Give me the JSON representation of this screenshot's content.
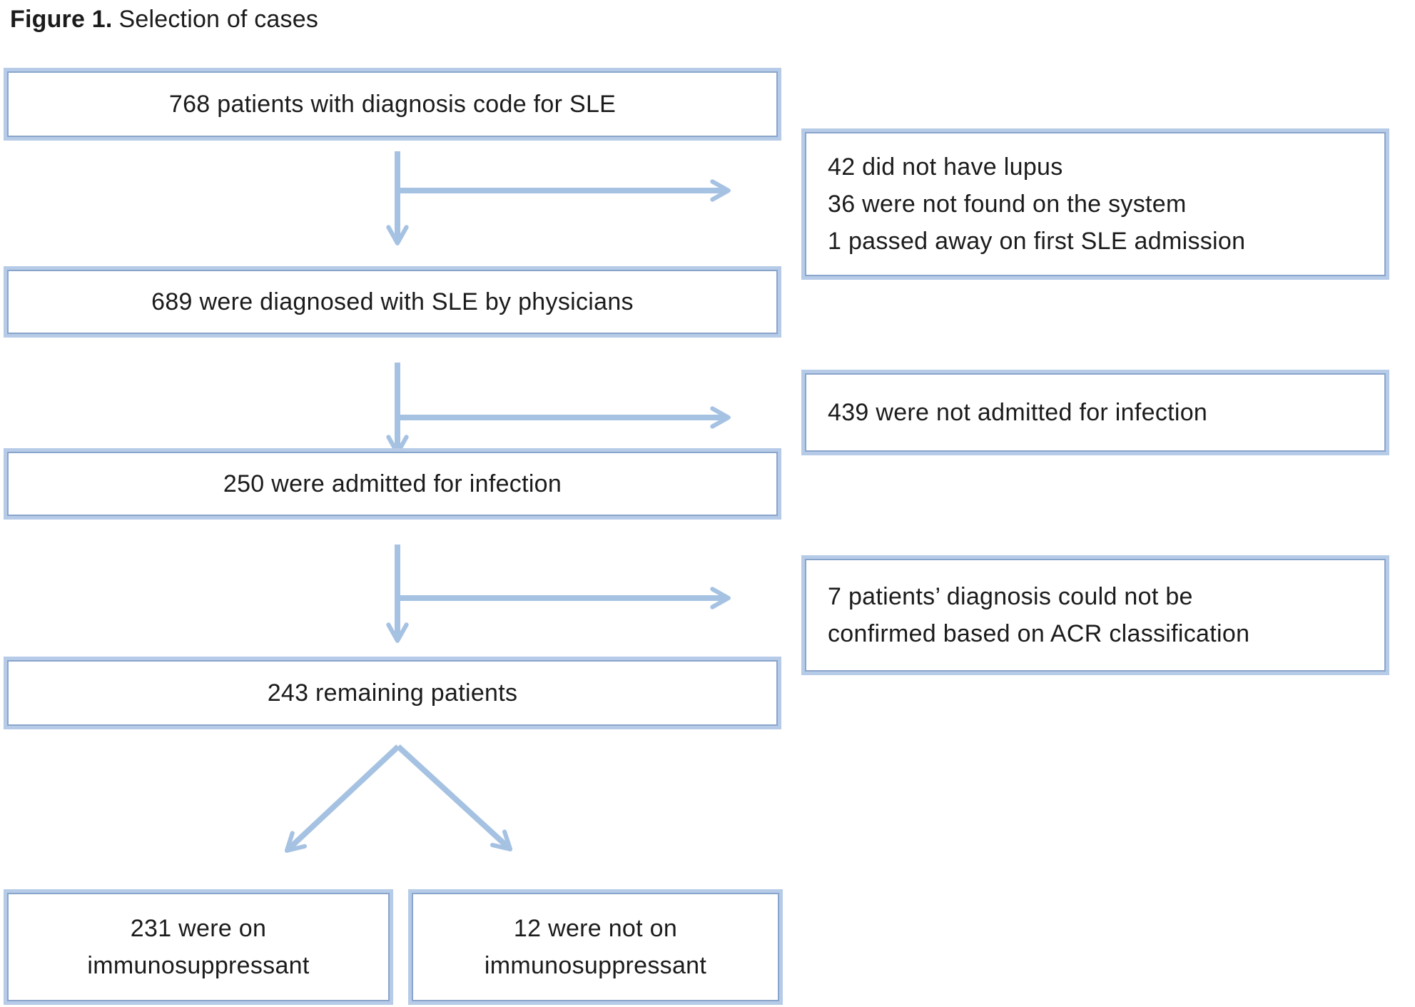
{
  "title": {
    "bold": "Figure 1.",
    "regular": "Selection of cases"
  },
  "flowchart": {
    "step1": "768 patients with diagnosis code for SLE",
    "step2": "689 were diagnosed with SLE by physicians",
    "step3": "250 were admitted for infection",
    "step4": "243 remaining patients",
    "branch_left_line1": "231 were on",
    "branch_left_line2": "immunosuppressant",
    "branch_right_line1": "12 were not on",
    "branch_right_line2": "immunosuppressant"
  },
  "exclusions": {
    "box1_line1": "42 did not have lupus",
    "box1_line2": "36 were not found on the system",
    "box1_line3": "1 passed away on first SLE admission",
    "box2": "439 were not admitted for infection",
    "box3_line1": "7 patients’ diagnosis could not be",
    "box3_line2": "confirmed based on ACR classification"
  },
  "colors": {
    "box_border_inner": "#8aa5cb",
    "box_border_outer": "#b6cbe7",
    "arrow": "#a6c2e2",
    "text": "#1b1b1b",
    "background": "#ffffff"
  }
}
